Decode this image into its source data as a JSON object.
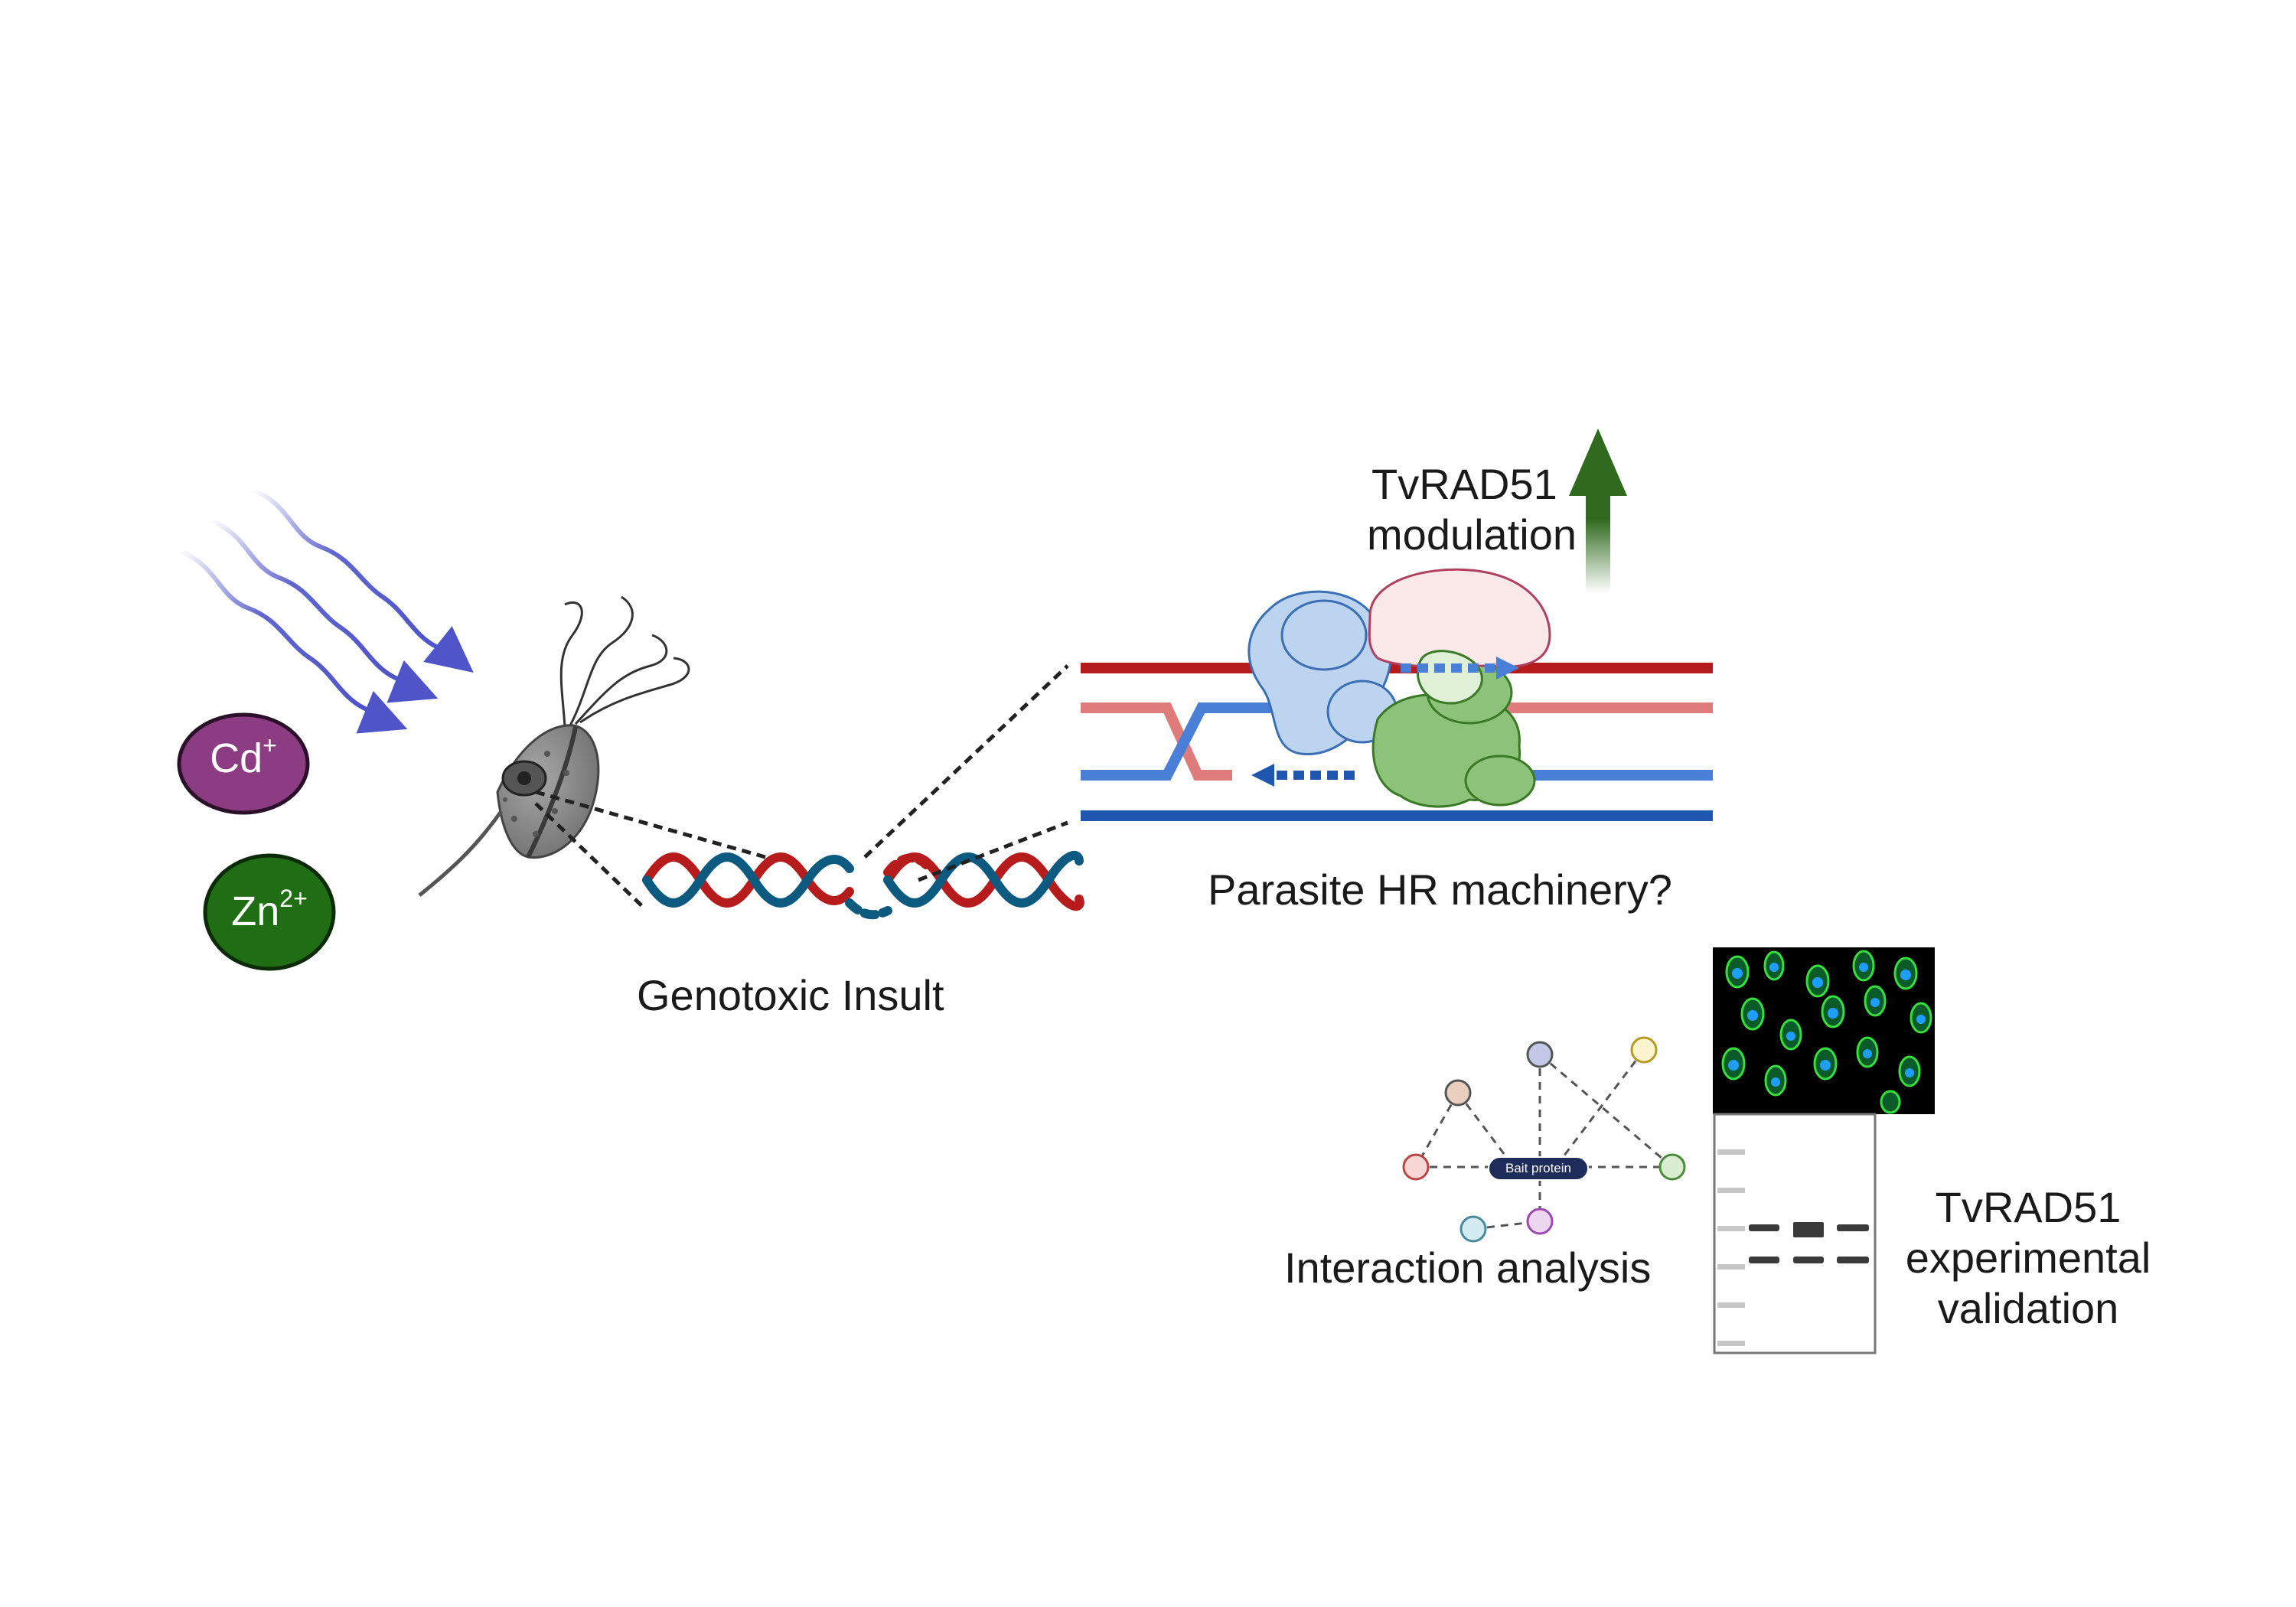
{
  "ions": [
    {
      "symbol": "Cd",
      "charge": "+",
      "color": "#8c3c82"
    },
    {
      "symbol": "Zn",
      "charge": "2+",
      "color": "#1f6e14"
    }
  ],
  "labels": {
    "genotoxic": "Genotoxic Insult",
    "modulation_line1": "TvRAD51",
    "modulation_line2": "modulation",
    "hr_machinery": "Parasite HR machinery?",
    "interaction": "Interaction analysis",
    "bait": "Bait protein",
    "validation_line1": "TvRAD51",
    "validation_line2": "experimental",
    "validation_line3": "validation"
  },
  "colors": {
    "dna_red": "#b71c1c",
    "dna_blue": "#0d5a80",
    "strand_light_red": "#e07b7b",
    "strand_mid_blue": "#4a7fd8",
    "strand_dark_blue": "#1e56b0",
    "arrow_green": "#2f6a1f",
    "radiation": "#4f55c8"
  }
}
